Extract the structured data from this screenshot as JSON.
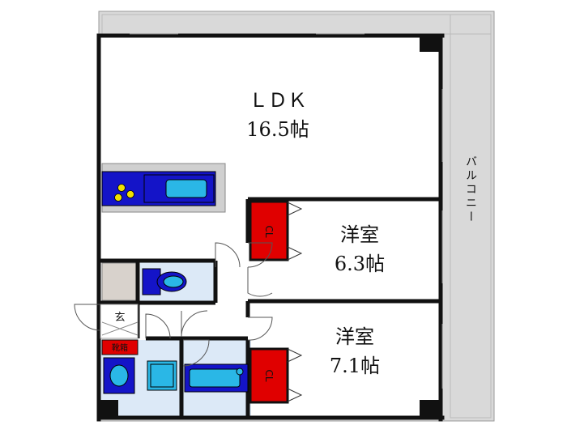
{
  "rooms": {
    "ldk": {
      "name": "ＬＤＫ",
      "size": "16.5帖"
    },
    "western1": {
      "name": "洋室",
      "size": "6.3帖"
    },
    "western2": {
      "name": "洋室",
      "size": "7.1帖"
    }
  },
  "closets": {
    "cl1": "CL",
    "cl2": "CL"
  },
  "balcony": "バルコニー",
  "entrance": "玄",
  "shoe_box": "靴箱",
  "colors": {
    "wall": "#111111",
    "balcony": "#d9d9d9",
    "closet": "#e00000",
    "fixture_blue": "#1414c8",
    "fixture_cyan": "#2ab7e6",
    "wet_floor": "#dce9f7",
    "counter": "#d0d0d0"
  }
}
